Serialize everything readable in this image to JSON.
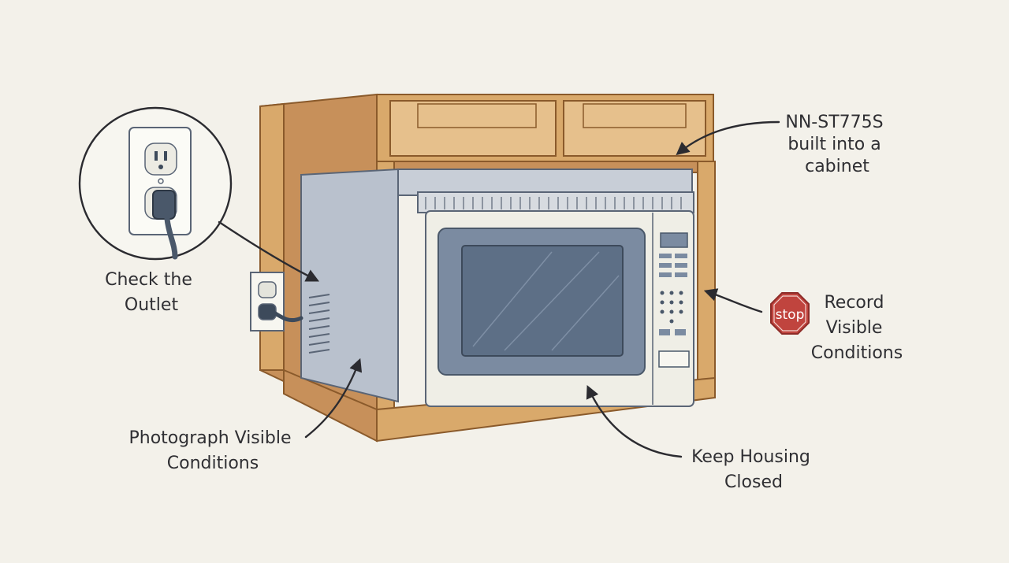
{
  "labels": {
    "model": [
      "NN-ST775S",
      "built into a",
      "cabinet"
    ],
    "outlet": [
      "Check the",
      "Outlet"
    ],
    "record": [
      "Record",
      "Visible",
      "Conditions"
    ],
    "photograph": [
      "Photograph Visible",
      "Conditions"
    ],
    "housing": [
      "Keep Housing",
      "Closed"
    ]
  },
  "stop_sign": {
    "text": "stop",
    "color": "#c0443e"
  },
  "colors": {
    "background": "#f3f1ea",
    "wood": "#d9a96b",
    "microwave_body": "#efeee6",
    "window": "#5d6f86",
    "side_panel": "#b9c1cd"
  },
  "icons": [
    "outlet-icon",
    "plug-icon",
    "stop-sign-icon",
    "keypad-icon"
  ]
}
